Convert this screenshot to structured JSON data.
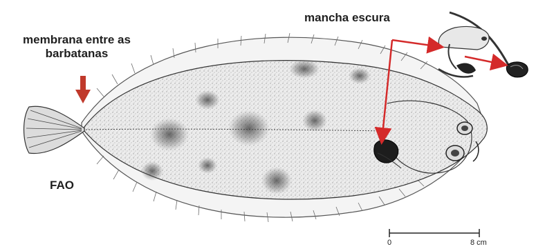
{
  "labels": {
    "membrane_line1": "membrana entre as",
    "membrane_line2": "barbatanas",
    "dark_spot": "mancha escura",
    "source": "FAO"
  },
  "scale_bar": {
    "start": "0",
    "end": "8 cm"
  },
  "colors": {
    "annotation": "#d42a2a",
    "body_fill": "#e9e9e9",
    "ink": "#222222"
  }
}
